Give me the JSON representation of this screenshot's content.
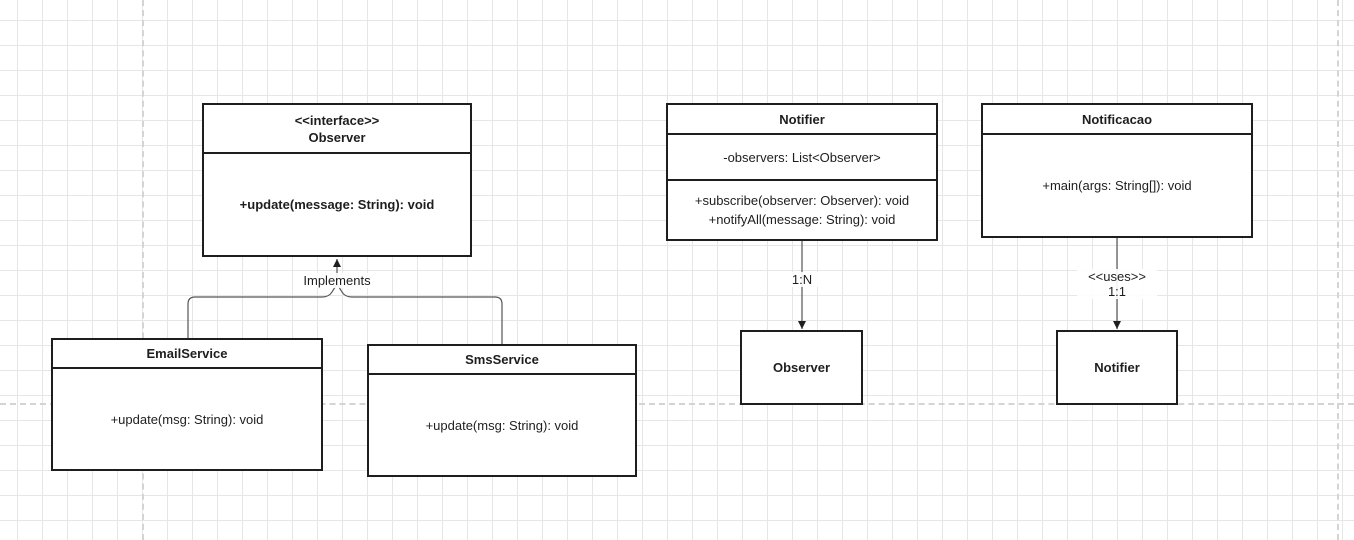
{
  "classes": {
    "observer_interface": {
      "stereotype": "<<interface>>",
      "name": "Observer",
      "method": "+update(message: String): void"
    },
    "email_service": {
      "name": "EmailService",
      "method": "+update(msg: String): void"
    },
    "sms_service": {
      "name": "SmsService",
      "method": "+update(msg: String): void"
    },
    "notifier": {
      "name": "Notifier",
      "attribute": "-observers: List<Observer>",
      "methods": [
        "+subscribe(observer: Observer): void",
        "+notifyAll(message: String): void"
      ]
    },
    "notificacao": {
      "name": "Notificacao",
      "method": "+main(args: String[]): void"
    },
    "observer_ref": {
      "name": "Observer"
    },
    "notifier_ref": {
      "name": "Notifier"
    }
  },
  "relations": {
    "implements_label": "Implements",
    "notifier_observer_multiplicity": "1:N",
    "uses_stereotype": "<<uses>>",
    "uses_multiplicity": "1:1"
  },
  "colors": {
    "stroke": "#1e1e1e",
    "connector": "#555555",
    "grid": "#e6e6e6",
    "guide": "#d4d4d4"
  }
}
